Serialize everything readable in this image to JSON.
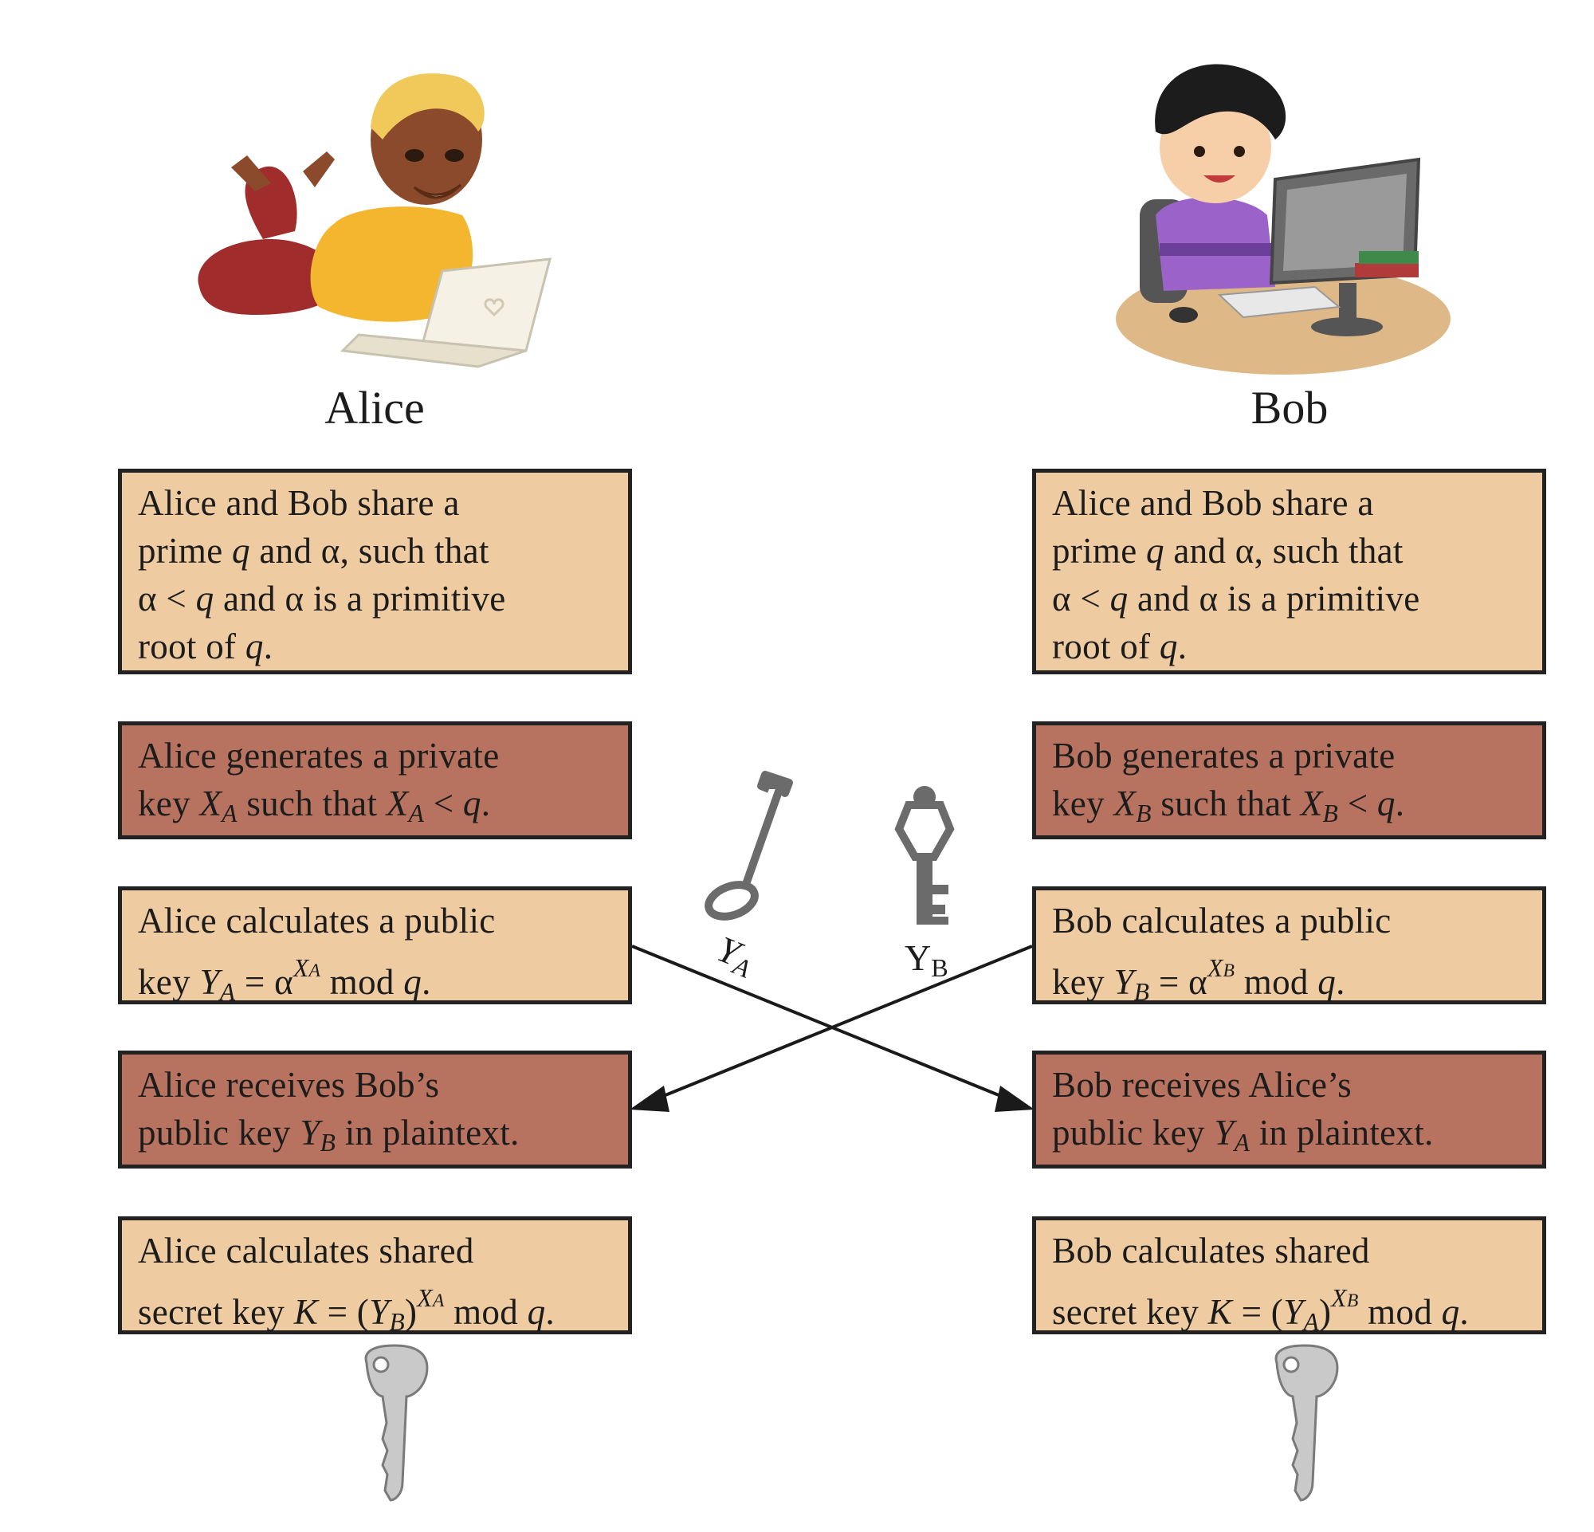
{
  "parties": {
    "alice": "Alice",
    "bob": "Bob"
  },
  "alice_steps": {
    "s1_l1": "Alice and Bob share a",
    "s1_l2_a": "prime ",
    "s1_l2_q": "q",
    "s1_l2_b": " and α, such that",
    "s1_l3_a": "α < ",
    "s1_l3_q": "q",
    "s1_l3_b": " and α is a primitive",
    "s1_l4_a": "root of ",
    "s1_l4_q": "q",
    "s1_l4_b": ".",
    "s2_l1": "Alice generates a private",
    "s2_l2_a": "key ",
    "s2_l2_X": "X",
    "s2_l2_sub": "A",
    "s2_l2_b": " such that ",
    "s2_l2_X2": "X",
    "s2_l2_sub2": "A",
    "s2_l2_c": " < ",
    "s2_l2_q": "q",
    "s2_l2_d": ".",
    "s3_l1": "Alice calculates a public",
    "s3_l2_a": "key ",
    "s3_l2_Y": "Y",
    "s3_l2_sub": "A",
    "s3_l2_b": " = α",
    "s3_l2_supX": "X",
    "s3_l2_supsub": "A",
    "s3_l2_c": " mod ",
    "s3_l2_q": "q",
    "s3_l2_d": ".",
    "s4_l1": "Alice receives Bob’s",
    "s4_l2_a": "public key ",
    "s4_l2_Y": "Y",
    "s4_l2_sub": "B",
    "s4_l2_b": " in plaintext.",
    "s5_l1": "Alice calculates shared",
    "s5_l2_a": "secret key ",
    "s5_l2_K": "K",
    "s5_l2_b": " = (",
    "s5_l2_Y": "Y",
    "s5_l2_sub": "B",
    "s5_l2_c": ")",
    "s5_l2_supX": "X",
    "s5_l2_supsub": "A",
    "s5_l2_d": " mod ",
    "s5_l2_q": "q",
    "s5_l2_e": "."
  },
  "bob_steps": {
    "s1_l1": "Alice and Bob share a",
    "s1_l2_a": "prime ",
    "s1_l2_q": "q",
    "s1_l2_b": " and α, such that",
    "s1_l3_a": "α < ",
    "s1_l3_q": "q",
    "s1_l3_b": " and α is a primitive",
    "s1_l4_a": "root of ",
    "s1_l4_q": "q",
    "s1_l4_b": ".",
    "s2_l1": "Bob generates a private",
    "s2_l2_a": "key ",
    "s2_l2_X": "X",
    "s2_l2_sub": "B",
    "s2_l2_b": " such that ",
    "s2_l2_X2": "X",
    "s2_l2_sub2": "B",
    "s2_l2_c": " < ",
    "s2_l2_q": "q",
    "s2_l2_d": ".",
    "s3_l1": "Bob calculates a public",
    "s3_l2_a": "key ",
    "s3_l2_Y": "Y",
    "s3_l2_sub": "B",
    "s3_l2_b": " = α",
    "s3_l2_supX": "X",
    "s3_l2_supsub": "B",
    "s3_l2_c": " mod ",
    "s3_l2_q": "q",
    "s3_l2_d": ".",
    "s4_l1": "Bob receives Alice’s",
    "s4_l2_a": "public key ",
    "s4_l2_Y": "Y",
    "s4_l2_sub": "A",
    "s4_l2_b": " in plaintext.",
    "s5_l1": "Bob calculates shared",
    "s5_l2_a": "secret key ",
    "s5_l2_K": "K",
    "s5_l2_b": " = (",
    "s5_l2_Y": "Y",
    "s5_l2_sub": "A",
    "s5_l2_c": ")",
    "s5_l2_supX": "X",
    "s5_l2_supsub": "B",
    "s5_l2_d": " mod ",
    "s5_l2_q": "q",
    "s5_l2_e": "."
  },
  "exchange": {
    "ya_Y": "Y",
    "ya_sub": "A",
    "yb_Y": "Y",
    "yb_sub": "B"
  },
  "colors": {
    "light_box": "#eecba0",
    "dark_box": "#b7735f",
    "border": "#222222",
    "key_gray": "#6b6b6b"
  }
}
